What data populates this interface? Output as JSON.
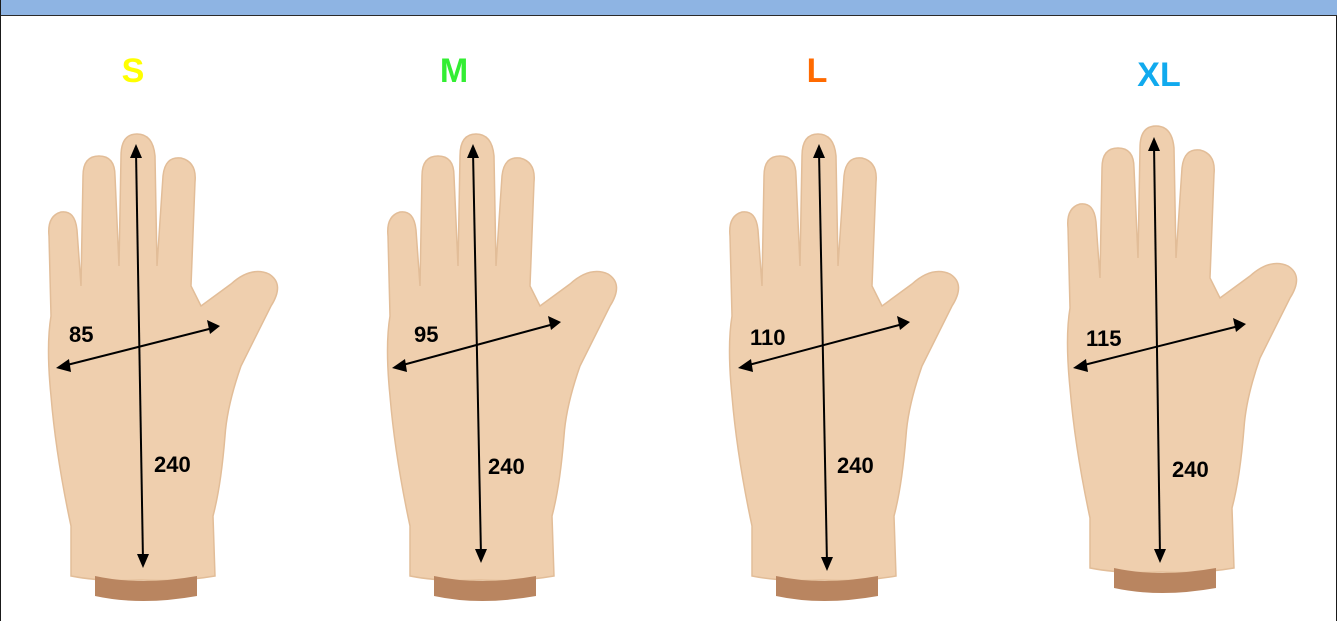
{
  "sizes": [
    {
      "label": "S",
      "color": "#ffff00",
      "width_mm": "85",
      "length_mm": "240"
    },
    {
      "label": "M",
      "color": "#33ee33",
      "width_mm": "95",
      "length_mm": "240"
    },
    {
      "label": "L",
      "color": "#ff6a00",
      "width_mm": "110",
      "length_mm": "240"
    },
    {
      "label": "XL",
      "color": "#11aaee",
      "width_mm": "115",
      "length_mm": "240"
    }
  ],
  "glove_color": "#efcfae",
  "arrow_color": "#000000"
}
